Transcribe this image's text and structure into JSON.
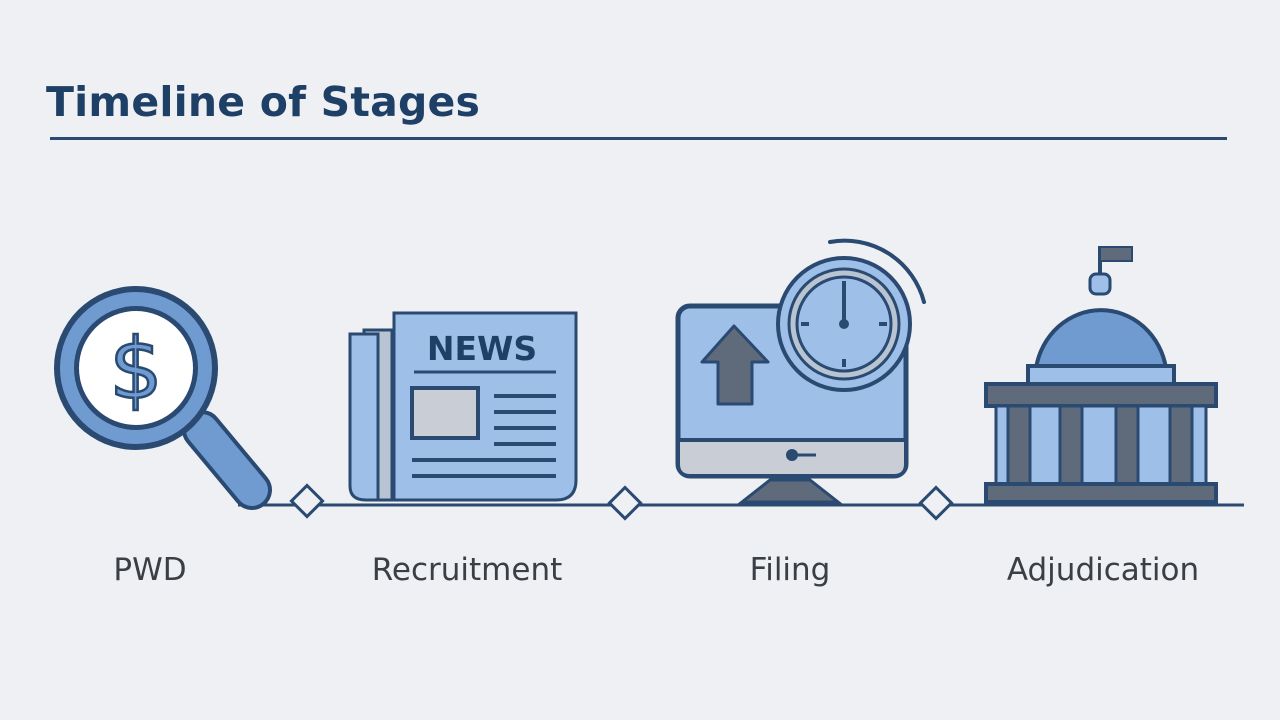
{
  "title": "Timeline of Stages",
  "stages": [
    {
      "label": "PWD",
      "icon": "magnifier-dollar-icon"
    },
    {
      "label": "Recruitment",
      "icon": "newspaper-icon"
    },
    {
      "label": "Filing",
      "icon": "monitor-clock-icon"
    },
    {
      "label": "Adjudication",
      "icon": "courthouse-icon"
    }
  ],
  "icon_text": {
    "dollar": "$",
    "news": "NEWS"
  },
  "colors": {
    "background": "#eef0f3",
    "navy": "#2a4a72",
    "mid_blue": "#6f9bd1",
    "light_blue": "#9ec0e8",
    "gray": "#5f6b7a"
  }
}
